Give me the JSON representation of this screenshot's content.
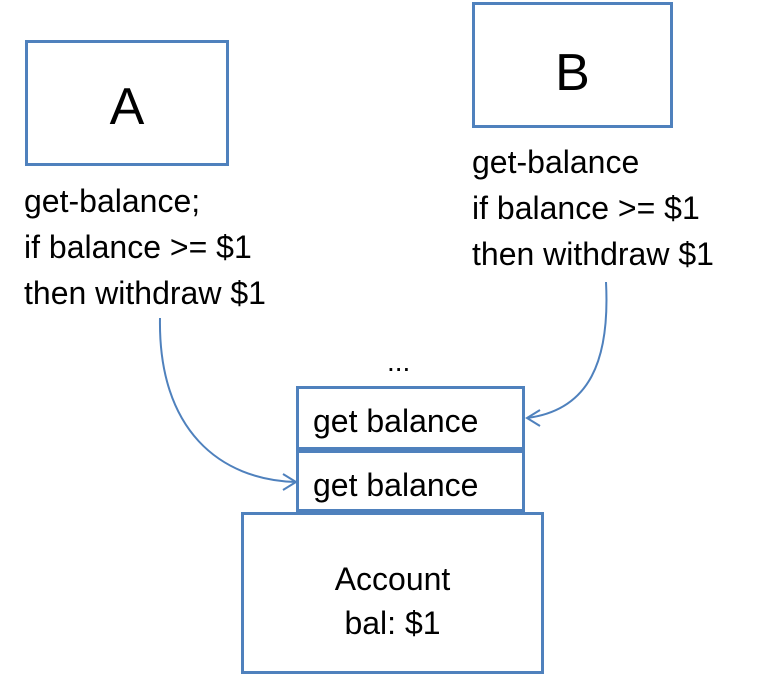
{
  "actor_a": {
    "label": "A",
    "code_lines": [
      "get-balance;",
      "if balance >= $1",
      "then withdraw $1"
    ]
  },
  "actor_b": {
    "label": "B",
    "code_lines": [
      "get-balance",
      "if balance >= $1",
      "then withdraw $1"
    ]
  },
  "queue": {
    "ellipsis": "...",
    "messages": [
      "get balance",
      "get balance"
    ]
  },
  "account": {
    "title": "Account",
    "balance_line": "bal: $1"
  },
  "colors": {
    "box_border": "#4f81bd",
    "arrow": "#4f81bd"
  }
}
